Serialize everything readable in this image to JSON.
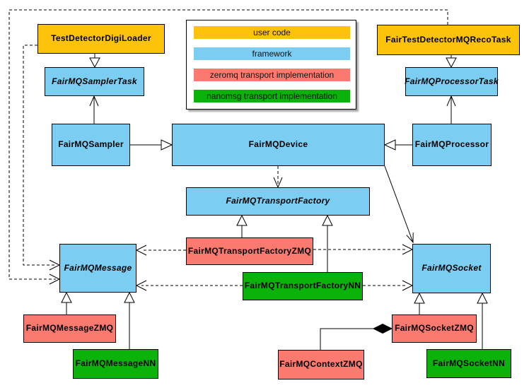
{
  "diagram": {
    "colors": {
      "user_code": "#FDC30B",
      "framework": "#7BCDF1",
      "zeromq": "#FA7A70",
      "nanomsg": "#0AB20A",
      "line": "#000000"
    },
    "legend": {
      "items": [
        {
          "label": "user code",
          "category": "user_code"
        },
        {
          "label": "framework",
          "category": "framework"
        },
        {
          "label": "zeromq transport implementation",
          "category": "zeromq"
        },
        {
          "label": "nanomsg transport implementation",
          "category": "nanomsg"
        }
      ]
    },
    "nodes": [
      {
        "id": "TestDetectorDigiLoader",
        "label": "TestDetectorDigiLoader",
        "category": "user_code",
        "abstract": false
      },
      {
        "id": "FairTestDetectorMQRecoTask",
        "label": "FairTestDetectorMQRecoTask",
        "category": "user_code",
        "abstract": false
      },
      {
        "id": "FairMQSamplerTask",
        "label": "FairMQSamplerTask",
        "category": "framework",
        "abstract": true
      },
      {
        "id": "FairMQProcessorTask",
        "label": "FairMQProcessorTask",
        "category": "framework",
        "abstract": true
      },
      {
        "id": "FairMQSampler",
        "label": "FairMQSampler",
        "category": "framework",
        "abstract": false
      },
      {
        "id": "FairMQDevice",
        "label": "FairMQDevice",
        "category": "framework",
        "abstract": false
      },
      {
        "id": "FairMQProcessor",
        "label": "FairMQProcessor",
        "category": "framework",
        "abstract": false
      },
      {
        "id": "FairMQTransportFactory",
        "label": "FairMQTransportFactory",
        "category": "framework",
        "abstract": true
      },
      {
        "id": "FairMQTransportFactoryZMQ",
        "label": "FairMQTransportFactoryZMQ",
        "category": "zeromq",
        "abstract": false
      },
      {
        "id": "FairMQTransportFactoryNN",
        "label": "FairMQTransportFactoryNN",
        "category": "nanomsg",
        "abstract": false
      },
      {
        "id": "FairMQMessage",
        "label": "FairMQMessage",
        "category": "framework",
        "abstract": true
      },
      {
        "id": "FairMQSocket",
        "label": "FairMQSocket",
        "category": "framework",
        "abstract": true
      },
      {
        "id": "FairMQMessageZMQ",
        "label": "FairMQMessageZMQ",
        "category": "zeromq",
        "abstract": false
      },
      {
        "id": "FairMQMessageNN",
        "label": "FairMQMessageNN",
        "category": "nanomsg",
        "abstract": false
      },
      {
        "id": "FairMQSocketZMQ",
        "label": "FairMQSocketZMQ",
        "category": "zeromq",
        "abstract": false
      },
      {
        "id": "FairMQSocketNN",
        "label": "FairMQSocketNN",
        "category": "nanomsg",
        "abstract": false
      },
      {
        "id": "FairMQContextZMQ",
        "label": "FairMQContextZMQ",
        "category": "zeromq",
        "abstract": false
      }
    ],
    "edges": [
      {
        "from": "TestDetectorDigiLoader",
        "to": "FairMQSamplerTask",
        "type": "inheritance"
      },
      {
        "from": "FairTestDetectorMQRecoTask",
        "to": "FairMQProcessorTask",
        "type": "inheritance"
      },
      {
        "from": "FairMQSampler",
        "to": "FairMQSamplerTask",
        "type": "association"
      },
      {
        "from": "FairMQProcessor",
        "to": "FairMQProcessorTask",
        "type": "association"
      },
      {
        "from": "FairMQSampler",
        "to": "FairMQDevice",
        "type": "inheritance"
      },
      {
        "from": "FairMQProcessor",
        "to": "FairMQDevice",
        "type": "inheritance"
      },
      {
        "from": "FairMQDevice",
        "to": "FairMQTransportFactory",
        "type": "dependency"
      },
      {
        "from": "FairMQDevice",
        "to": "FairMQSocket",
        "type": "association"
      },
      {
        "from": "FairMQTransportFactoryZMQ",
        "to": "FairMQTransportFactory",
        "type": "inheritance"
      },
      {
        "from": "FairMQTransportFactoryNN",
        "to": "FairMQTransportFactory",
        "type": "inheritance"
      },
      {
        "from": "FairMQTransportFactoryZMQ",
        "to": "FairMQMessage",
        "type": "dependency"
      },
      {
        "from": "FairMQTransportFactoryZMQ",
        "to": "FairMQSocket",
        "type": "dependency"
      },
      {
        "from": "FairMQTransportFactoryNN",
        "to": "FairMQMessage",
        "type": "dependency"
      },
      {
        "from": "FairMQTransportFactoryNN",
        "to": "FairMQSocket",
        "type": "dependency"
      },
      {
        "from": "TestDetectorDigiLoader",
        "to": "FairMQMessage",
        "type": "dependency"
      },
      {
        "from": "FairTestDetectorMQRecoTask",
        "to": "FairMQMessage",
        "type": "dependency"
      },
      {
        "from": "FairMQMessageZMQ",
        "to": "FairMQMessage",
        "type": "inheritance"
      },
      {
        "from": "FairMQMessageNN",
        "to": "FairMQMessage",
        "type": "inheritance"
      },
      {
        "from": "FairMQSocketZMQ",
        "to": "FairMQSocket",
        "type": "inheritance"
      },
      {
        "from": "FairMQSocketNN",
        "to": "FairMQSocket",
        "type": "inheritance"
      },
      {
        "from": "FairMQContextZMQ",
        "to": "FairMQSocketZMQ",
        "type": "composition"
      }
    ]
  }
}
